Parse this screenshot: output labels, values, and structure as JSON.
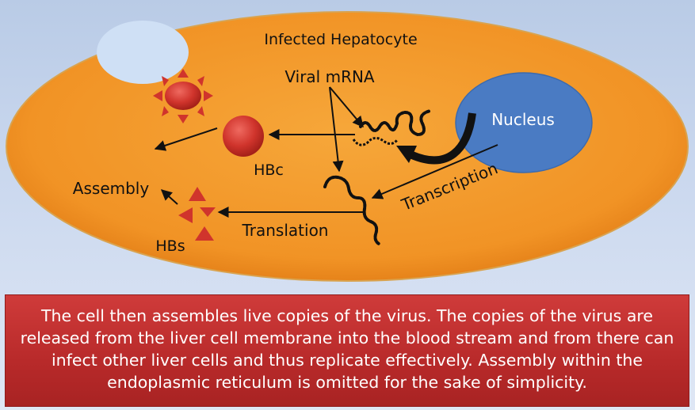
{
  "diagram": {
    "cell_label": "Infected Hepatocyte",
    "nucleus_label": "Nucleus",
    "viral_mrna_label": "Viral mRNA",
    "hbc_label": "HBc",
    "assembly_label": "Assembly",
    "hbs_label": "HBs",
    "translation_label": "Translation",
    "transcription_label": "Transcription",
    "colors": {
      "cell_fill": "#f39a2c",
      "nucleus_fill": "#4a7bc3",
      "vacuole_fill": "#cfe0f5",
      "protein_red": "#d0342c",
      "caption_bg": "#c0302f"
    }
  },
  "caption": {
    "text": "The cell then assembles live copies of the virus. The copies of the virus are released from the liver cell membrane into the blood stream and from there can infect other liver cells and thus replicate effectively. Assembly within the endoplasmic reticulum is omitted for the sake of simplicity."
  }
}
